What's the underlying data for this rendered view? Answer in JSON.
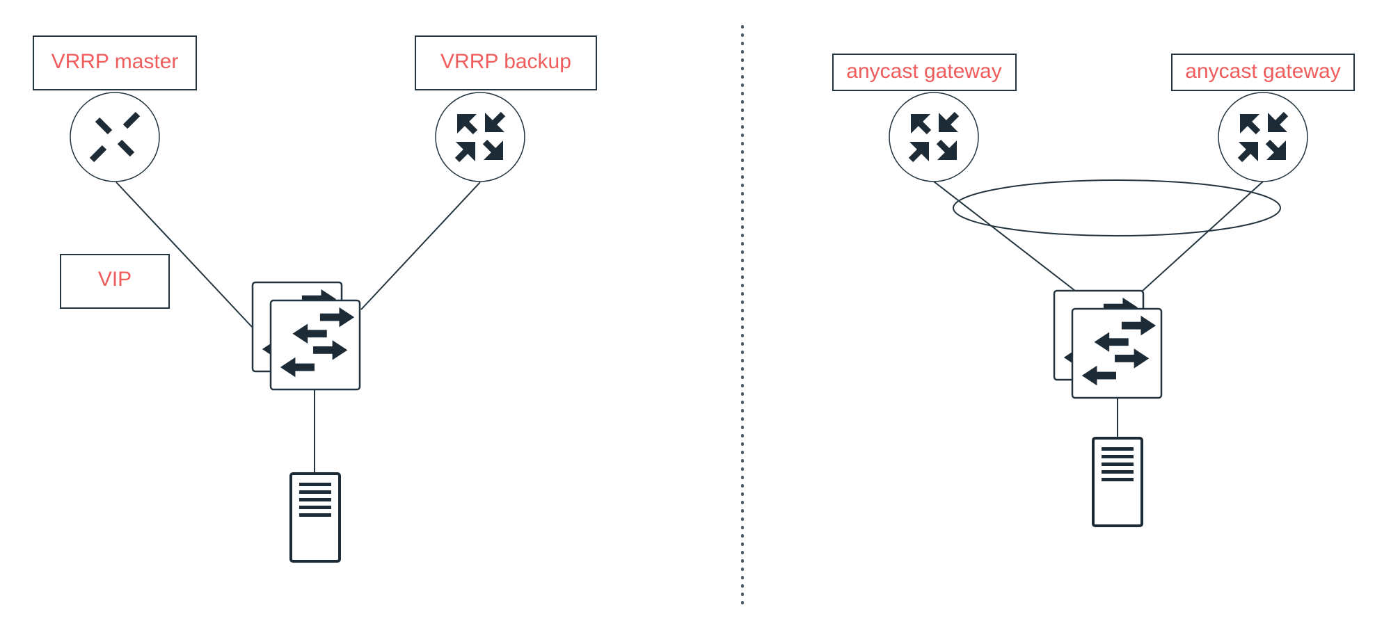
{
  "left_panel": {
    "master_label": "VRRP master",
    "backup_label": "VRRP backup",
    "vip_label": "VIP"
  },
  "right_panel": {
    "gateway_left_label": "anycast gateway",
    "gateway_right_label": "anycast gateway"
  },
  "colors": {
    "label_text": "#f05c5c",
    "outline": "#23343f",
    "icon_fill": "#1d2b36",
    "divider": "#4a5a66"
  },
  "icons": {
    "router": "router-icon",
    "switch": "switch-icon",
    "server": "server-icon"
  }
}
